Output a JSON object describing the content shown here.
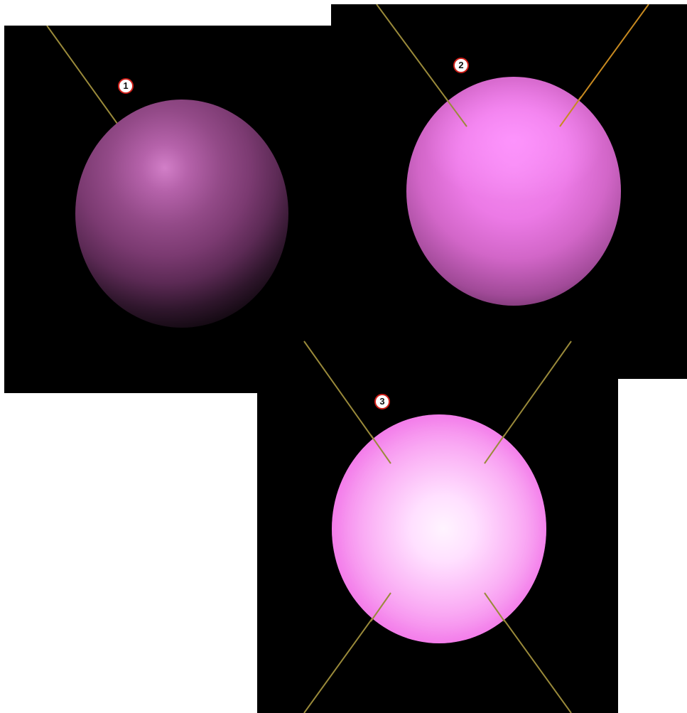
{
  "panels": [
    {
      "id": "1",
      "badge_label": "1",
      "sphere_color": "#9a4a8f",
      "light_lines": 1
    },
    {
      "id": "2",
      "badge_label": "2",
      "sphere_color": "#ee7ee8",
      "light_lines": 2
    },
    {
      "id": "3",
      "badge_label": "3",
      "sphere_color": "#ffd8ff",
      "light_lines": 4
    }
  ],
  "colors": {
    "background": "#000000",
    "page": "#ffffff",
    "light_line": "#9a8a3a",
    "light_line_warm": "#c88a20",
    "badge_border": "#d0201a"
  }
}
